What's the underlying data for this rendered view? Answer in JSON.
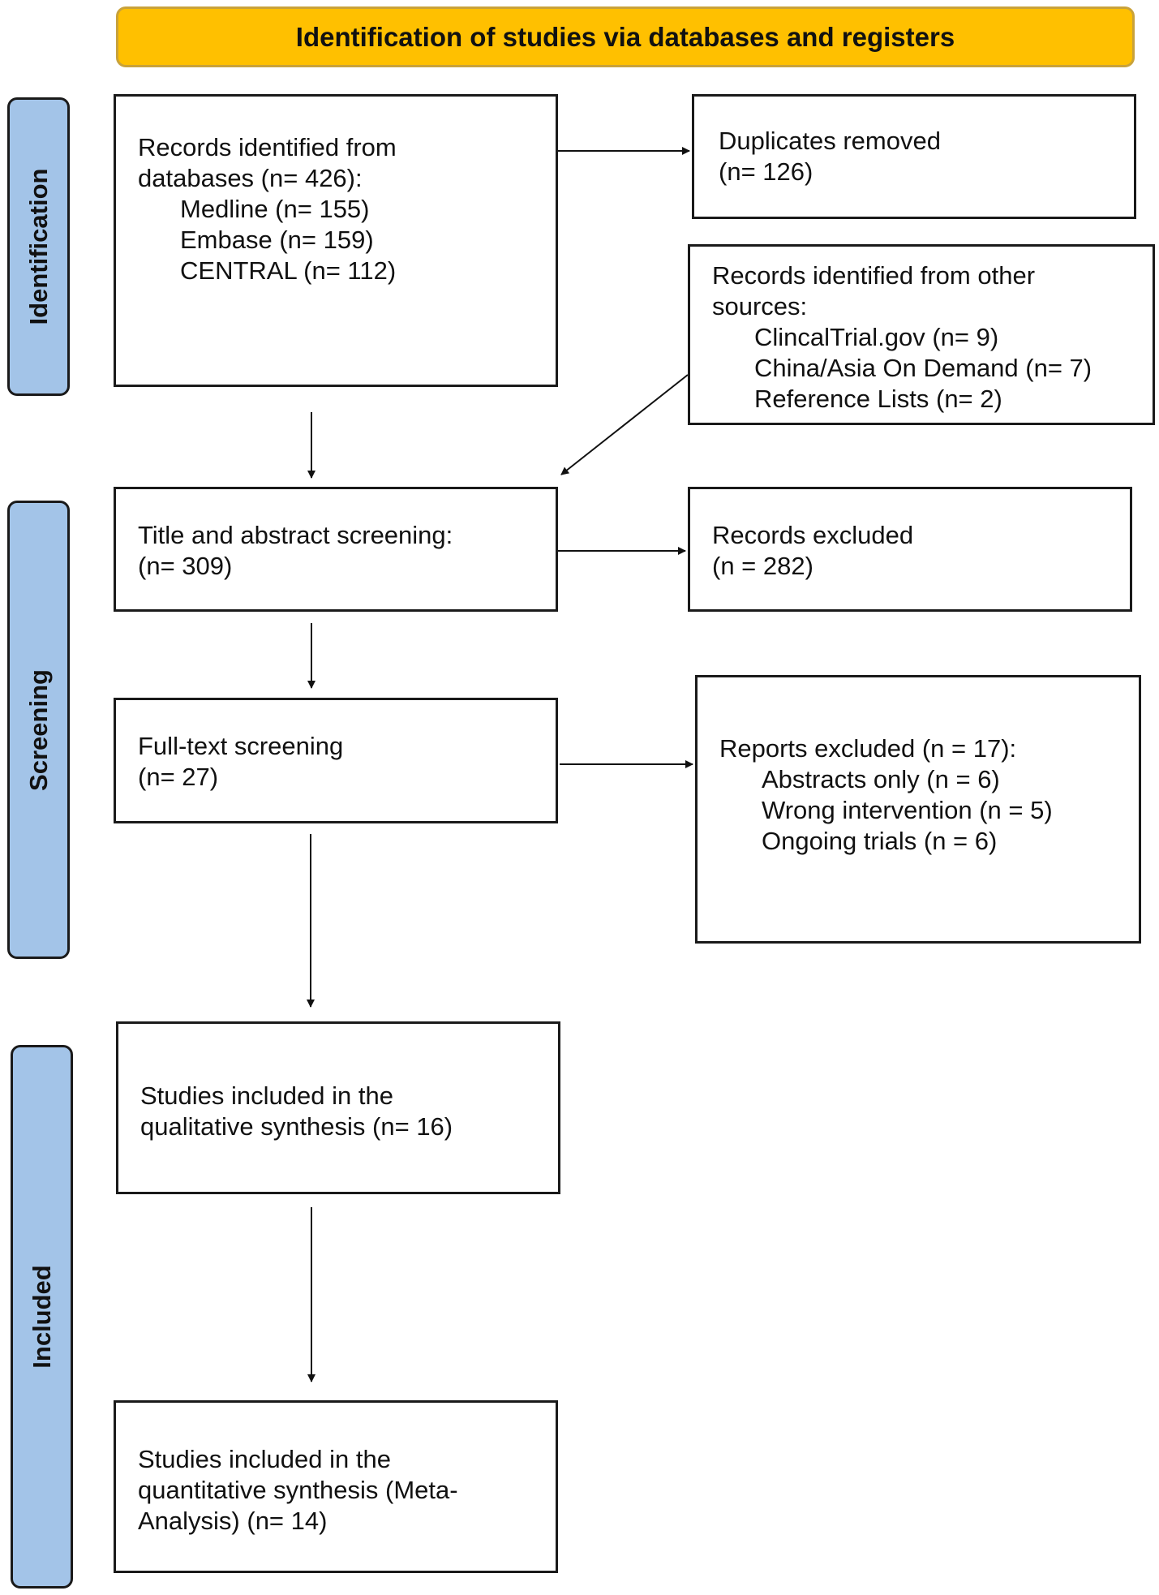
{
  "banner": "Identification of studies via databases and registers",
  "stages": {
    "identification": "Identification",
    "screening": "Screening",
    "included": "Included"
  },
  "boxes": {
    "databases": {
      "heading": [
        "Records identified from",
        "databases (n= 426):"
      ],
      "items": [
        "Medline (n= 155)",
        "Embase (n= 159)",
        "CENTRAL (n= 112)"
      ]
    },
    "duplicates": {
      "lines": [
        "Duplicates removed",
        "(n= 126)"
      ]
    },
    "other_sources": {
      "heading": [
        "Records identified from other",
        "sources:"
      ],
      "items": [
        "ClincalTrial.gov (n= 9)",
        "China/Asia On Demand (n= 7)",
        "Reference Lists (n= 2)"
      ]
    },
    "title_abstract": {
      "lines": [
        "Title and abstract screening:",
        "(n= 309)"
      ]
    },
    "records_excluded": {
      "lines": [
        "Records excluded",
        "(n = 282)"
      ]
    },
    "full_text": {
      "lines": [
        "Full-text screening",
        "(n= 27)"
      ]
    },
    "reports_excluded": {
      "heading": [
        "Reports excluded (n = 17):"
      ],
      "items": [
        "Abstracts only (n = 6)",
        "Wrong intervention (n = 5)",
        "Ongoing trials (n = 6)"
      ]
    },
    "qualitative": {
      "lines": [
        "Studies included in the",
        "qualitative synthesis (n= 16)"
      ]
    },
    "quantitative": {
      "lines": [
        "Studies included in the",
        "quantitative synthesis (Meta-",
        "Analysis) (n= 14)"
      ]
    }
  }
}
